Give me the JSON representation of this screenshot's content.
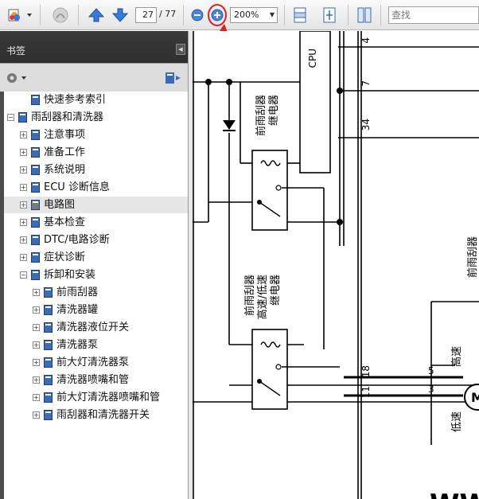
{
  "toolbar": {
    "page_current": "27",
    "page_total": "/ 77",
    "zoom": "200%",
    "find_placeholder": "查找",
    "icons": [
      "document-icon",
      "hand-icon",
      "page-up-icon",
      "page-down-icon",
      "zoom-out-icon",
      "zoom-in-icon",
      "fit-width-icon",
      "fit-page-icon",
      "two-pane-icon"
    ],
    "highlight_color": "#e02020"
  },
  "panel": {
    "title": "书签",
    "items": [
      {
        "label": "快速参考索引",
        "level": 1,
        "expander": ""
      },
      {
        "label": "雨刮器和清洗器",
        "level": 0,
        "expander": "−"
      },
      {
        "label": "注意事项",
        "level": 1,
        "expander": "+"
      },
      {
        "label": "准备工作",
        "level": 1,
        "expander": "+"
      },
      {
        "label": "系统说明",
        "level": 1,
        "expander": "+"
      },
      {
        "label": "ECU 诊断信息",
        "level": 1,
        "expander": "+"
      },
      {
        "label": "电路图",
        "level": 1,
        "expander": "+",
        "selected": true
      },
      {
        "label": "基本检查",
        "level": 1,
        "expander": "+"
      },
      {
        "label": "DTC/电路诊断",
        "level": 1,
        "expander": "+"
      },
      {
        "label": "症状诊断",
        "level": 1,
        "expander": "+"
      },
      {
        "label": "拆卸和安装",
        "level": 1,
        "expander": "−"
      },
      {
        "label": "前雨刮器",
        "level": 2,
        "expander": "+"
      },
      {
        "label": "清洗器罐",
        "level": 2,
        "expander": "+"
      },
      {
        "label": "清洗器液位开关",
        "level": 2,
        "expander": "+"
      },
      {
        "label": "清洗器泵",
        "level": 2,
        "expander": "+"
      },
      {
        "label": "前大灯清洗器泵",
        "level": 2,
        "expander": "+"
      },
      {
        "label": "清洗器喷嘴和管",
        "level": 2,
        "expander": "+"
      },
      {
        "label": "前大灯清洗器喷嘴和管",
        "level": 2,
        "expander": "+"
      },
      {
        "label": "雨刮器和清洗器开关",
        "level": 2,
        "expander": "+"
      }
    ]
  },
  "diagram": {
    "cpu_label": "CPU",
    "relay1_label": [
      "前雨刮器",
      "继电器"
    ],
    "relay2_label": [
      "前雨刮器",
      "高速/低速",
      "继电器"
    ],
    "pin_labels": [
      "4",
      "7",
      "34"
    ],
    "wire_labels": [
      "18",
      "11"
    ],
    "motor_pins": [
      "5",
      "3"
    ],
    "motor_high": "高速",
    "motor_low": "低速",
    "motor_title": "前雨刮器",
    "bottom_text": "WW"
  }
}
